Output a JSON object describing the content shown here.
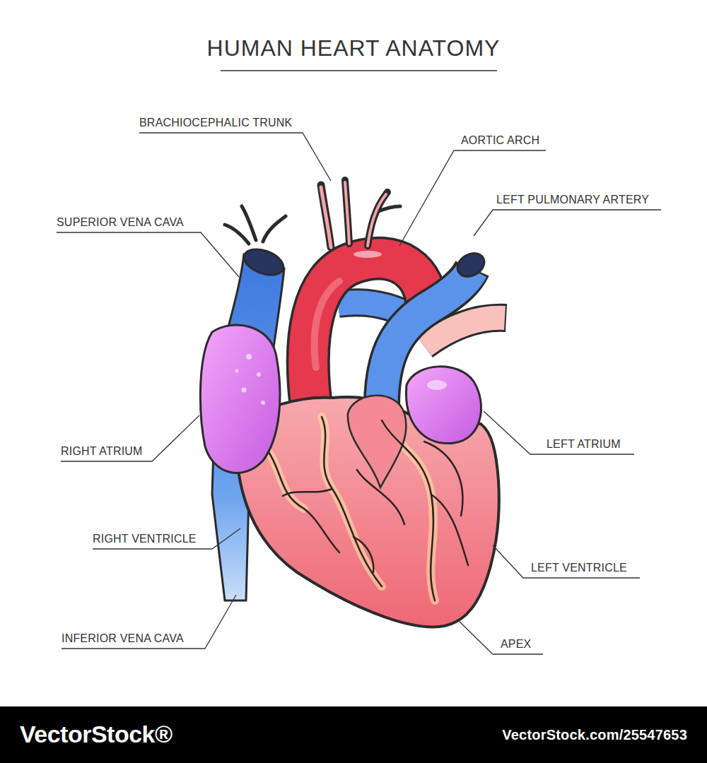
{
  "diagram": {
    "title": "HUMAN HEART ANATOMY",
    "labels": [
      "BRACHIOCEPHALIC TRUNK",
      "AORTIC ARCH",
      "LEFT PULMONARY ARTERY",
      "SUPERIOR VENA CAVA",
      "RIGHT ATRIUM",
      "LEFT ATRIUM",
      "RIGHT VENTRICLE",
      "LEFT VENTRICLE",
      "INFERIOR VENA CAVA",
      "APEX",
      "VectorStock®",
      "VectorStock.com/25547653"
    ]
  }
}
